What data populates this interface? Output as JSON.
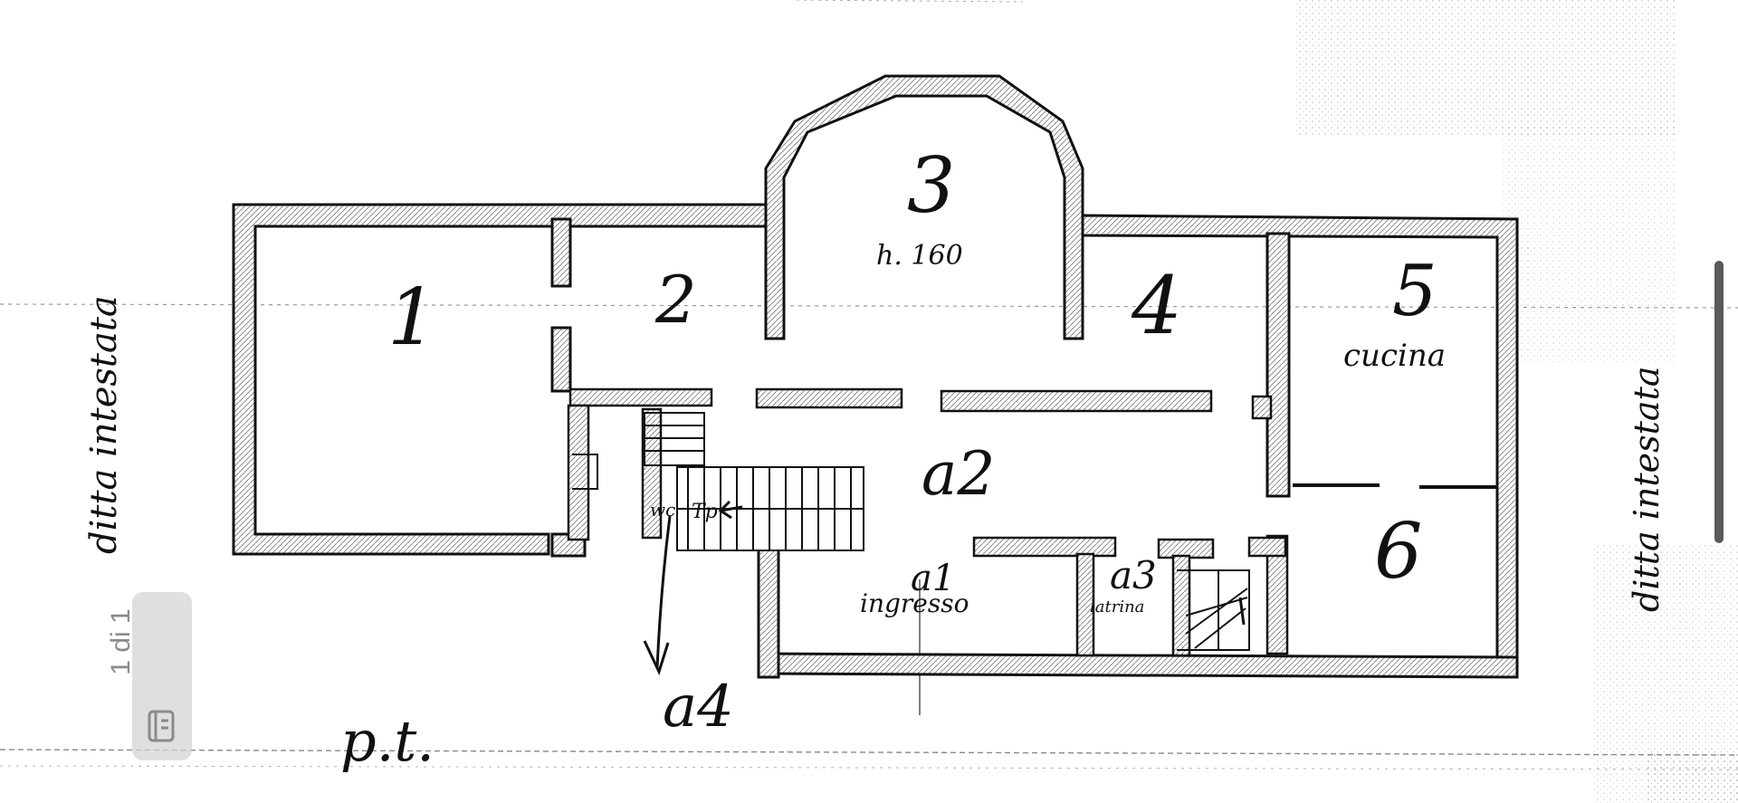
{
  "floor_plan": {
    "rooms": {
      "r1": "1",
      "r2": "2",
      "r3": "3",
      "r3_height": "h. 160",
      "r4": "4",
      "r5": "5",
      "r5_name": "cucina",
      "r6": "6",
      "a2": "a2",
      "a1": "a1",
      "a1_name": "ingresso",
      "a3": "a3",
      "a3_name": "latrina",
      "a4": "a4",
      "wc": "wc",
      "tp": "Tp"
    },
    "floor_label": "p.t.",
    "left_neighbor": "ditta intestata",
    "right_neighbor": "ditta intestata"
  },
  "viewer": {
    "page_indicator": "1 di 1",
    "page_icon": "document-pages-icon"
  }
}
